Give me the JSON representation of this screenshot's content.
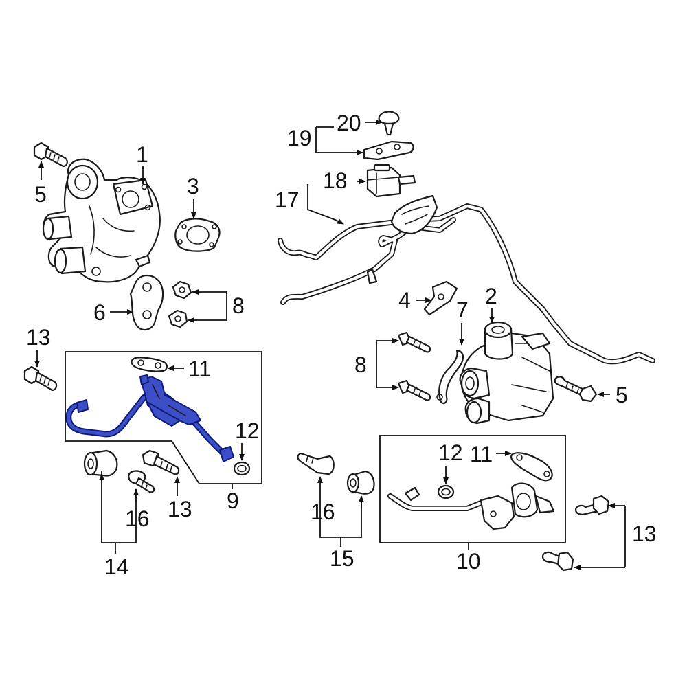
{
  "diagram": {
    "callouts": {
      "c1": "1",
      "c2": "2",
      "c3": "3",
      "c4": "4",
      "c5a": "5",
      "c5b": "5",
      "c6": "6",
      "c7": "7",
      "c8a": "8",
      "c8b": "8",
      "c9": "9",
      "c10": "10",
      "c11a": "11",
      "c11b": "11",
      "c12a": "12",
      "c12b": "12",
      "c13a": "13",
      "c13b": "13",
      "c13c": "13",
      "c14": "14",
      "c15": "15",
      "c16a": "16",
      "c16b": "16",
      "c17": "17",
      "c18": "18",
      "c19": "19",
      "c20": "20"
    },
    "highlight_color": "#3c4fc6",
    "highlighted_part": "9"
  }
}
